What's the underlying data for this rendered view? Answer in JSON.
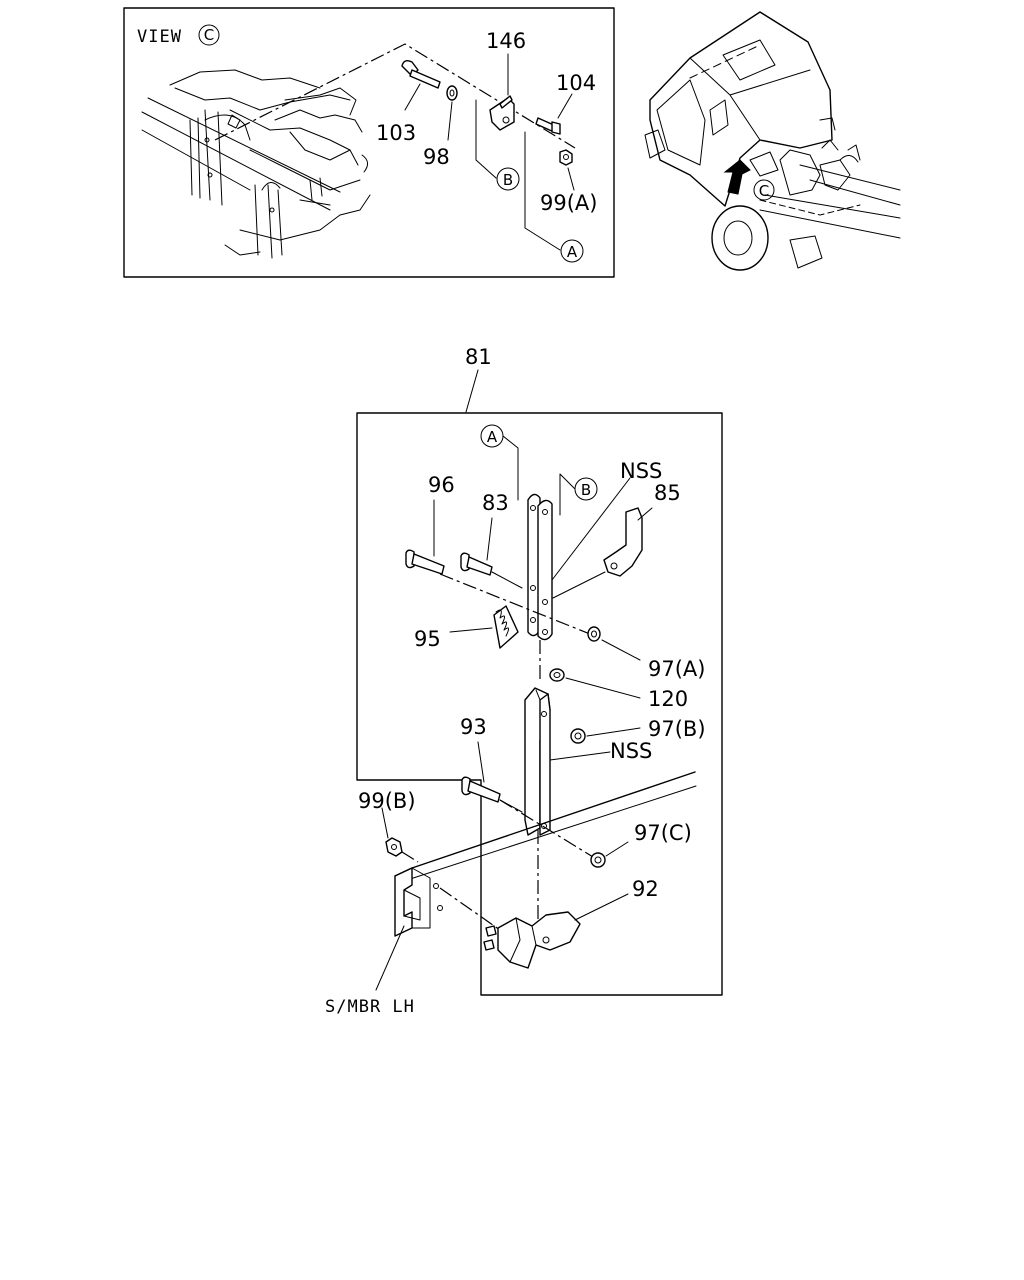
{
  "view_inset": {
    "title": "VIEW",
    "view_mark": "C",
    "labels": {
      "p146": "146",
      "p104": "104",
      "p103": "103",
      "p98": "98",
      "p99a": "99(A)",
      "ref_b": "B",
      "ref_a": "A"
    }
  },
  "truck_view": {
    "view_mark": "C"
  },
  "main_assembly": {
    "labels": {
      "p81": "81",
      "ref_a": "A",
      "ref_b": "B",
      "nss_top": "NSS",
      "p85": "85",
      "p96": "96",
      "p83": "83",
      "p95": "95",
      "p97a": "97(A)",
      "p120": "120",
      "p93": "93",
      "p97b": "97(B)",
      "nss_bottom": "NSS",
      "p99b": "99(B)",
      "p97c": "97(C)",
      "p92": "92",
      "smbr": "S/MBR LH"
    }
  }
}
